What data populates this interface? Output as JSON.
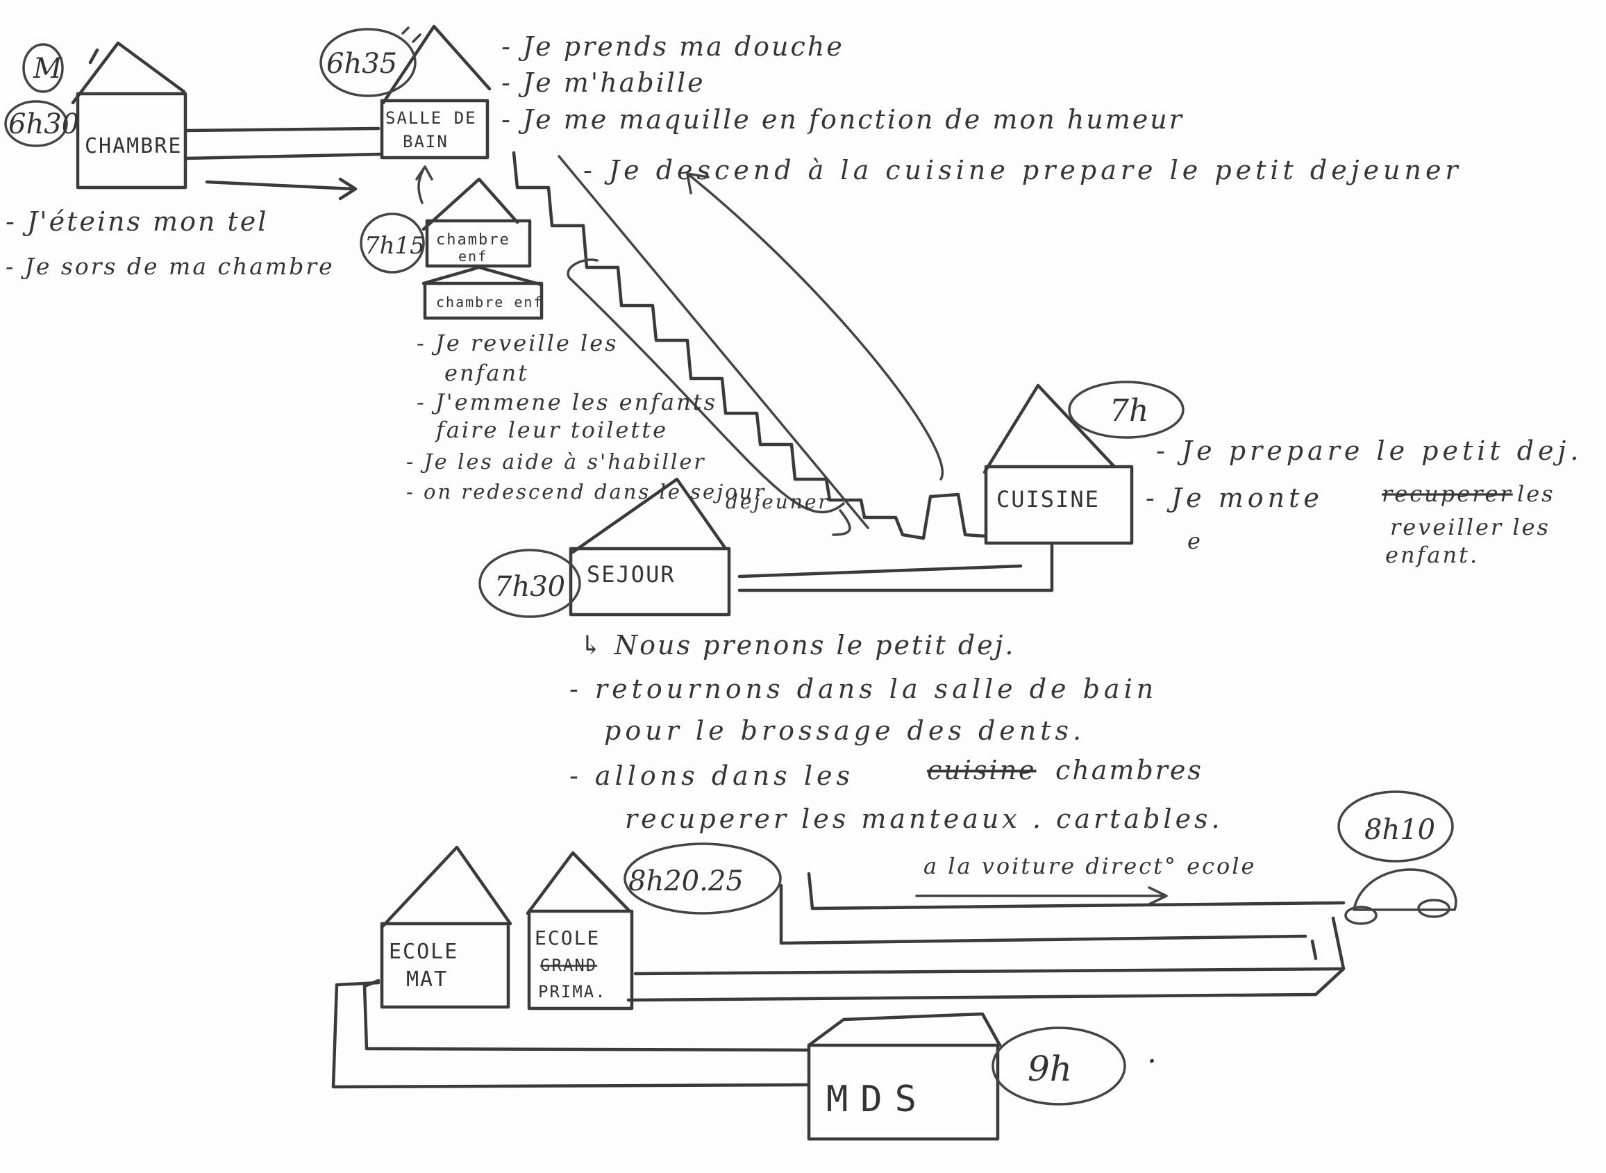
{
  "rooms": {
    "chambre": "CHAMBRE",
    "salle_de_bain": [
      "SALLE DE",
      "BAIN"
    ],
    "chambre_enfant_1": [
      "chambre",
      "enf"
    ],
    "chambre_enfant_2": "chambre enf",
    "cuisine": "CUISINE",
    "sejour": "SEJOUR",
    "ecole_mat": [
      "ECOLE",
      "MAT"
    ],
    "ecole_prim": [
      "ECOLE",
      "GRAND",
      "PRIMA."
    ],
    "mds": "MDS"
  },
  "times": {
    "m": "M",
    "chambre": "6h30",
    "salle_de_bain": "6h35",
    "chambre_enfant": "7h15",
    "cuisine": "7h",
    "sejour": "7h30",
    "ecole": "8h20.25",
    "voiture": "8h10",
    "mds": "9h"
  },
  "notes": {
    "chambre": [
      "- J'éteins mon tel",
      "- Je sors de ma chambre"
    ],
    "salle_de_bain": [
      "- Je prends ma douche",
      "- Je m'habille",
      "- Je me maquille en fonction de mon humeur",
      "- Je descend à la cuisine prepare le petit dejeuner"
    ],
    "chambre_enfant": [
      "- Je reveille les",
      "enfant",
      "- J'emmene les enfants",
      "faire leur toilette",
      "- Je les aide à s'habiller",
      "- on redescend dans le sejour",
      "dejeuner"
    ],
    "cuisine": [
      "- Je prepare le petit dej.",
      "- Je monte",
      "recuperer",
      "les",
      "reveiller les",
      "enfant."
    ],
    "cuisine_extra": "e",
    "sejour": [
      "↳ Nous prenons le petit dej.",
      "- retournons dans la salle de bain",
      "pour le brossage des dents.",
      "- allons dans les",
      "cuisine",
      "chambres",
      "recuperer les manteaux . cartables."
    ],
    "voiture": "a la voiture direct° ecole",
    "dot": "."
  }
}
